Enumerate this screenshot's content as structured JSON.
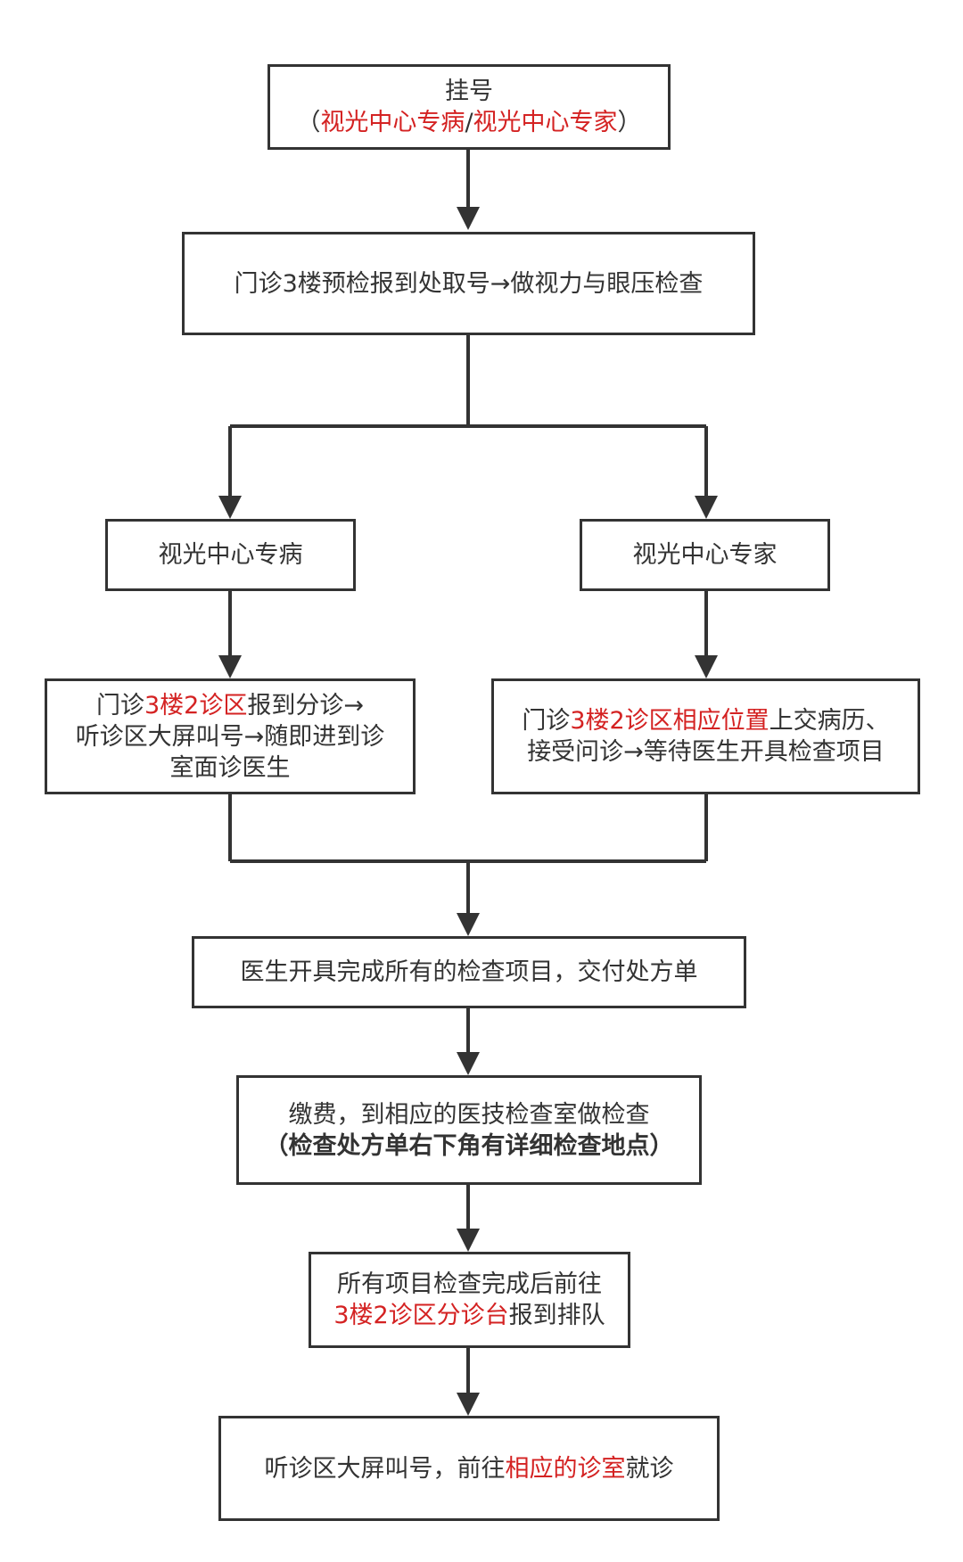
{
  "colors": {
    "stroke": "#333333",
    "text": "#333333",
    "highlight": "#d42222",
    "background": "#ffffff"
  },
  "nodes": {
    "register": {
      "line1": "挂号",
      "line2": {
        "open": "（",
        "red1": "视光中心专病",
        "sep": "/",
        "red2": "视光中心专家",
        "close": "）"
      }
    },
    "precheck": {
      "text": "门诊3楼预检报到处取号→做视力与眼压检查"
    },
    "special_disease": {
      "text": "视光中心专病"
    },
    "expert": {
      "text": "视光中心专家"
    },
    "left_step": {
      "pre": "门诊",
      "red": "3楼2诊区",
      "post": "报到分诊→",
      "line2": "听诊区大屏叫号→随即进到诊",
      "line3": "室面诊医生"
    },
    "right_step": {
      "pre": "门诊",
      "red": "3楼2诊区相应位置",
      "post": "上交病历、",
      "line2": "接受问诊→等待医生开具检查项目"
    },
    "doctor_orders": {
      "text": "医生开具完成所有的检查项目，交付处方单"
    },
    "payment": {
      "line1": "缴费，到相应的医技检查室做检查",
      "line2": "（检查处方单右下角有详细检查地点）"
    },
    "after_exam": {
      "line1": "所有项目检查完成后前往",
      "red": "3楼2诊区分诊台",
      "post": "报到排队"
    },
    "final": {
      "pre": "听诊区大屏叫号，前往",
      "red": "相应的诊室",
      "post": "就诊"
    }
  }
}
